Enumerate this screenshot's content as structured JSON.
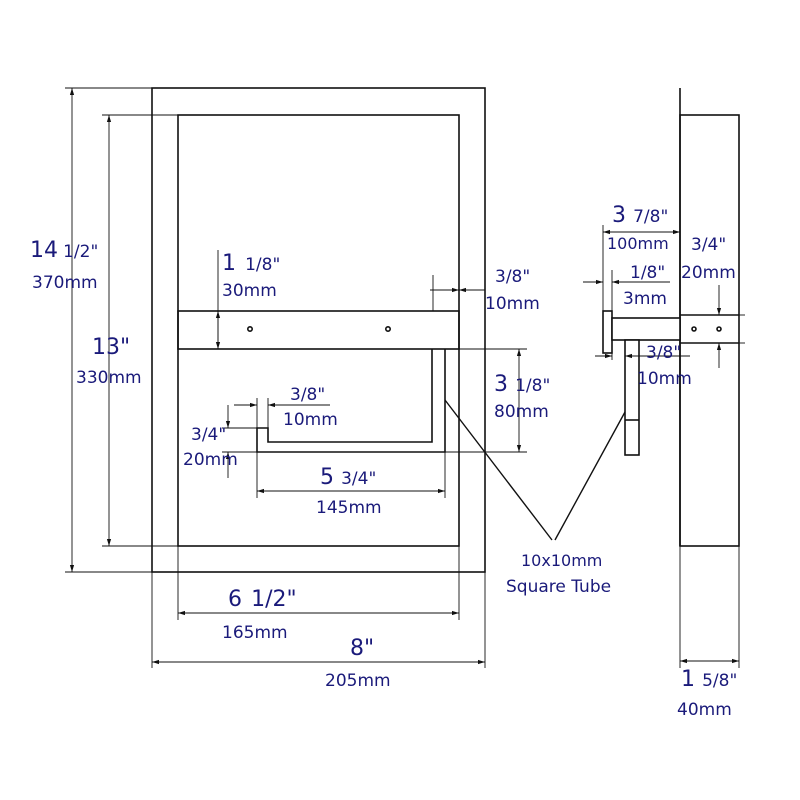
{
  "dims": {
    "h_total_in_a": "14",
    "h_total_in_b": "1/2\"",
    "h_total_mm": "370mm",
    "h_inner_in": "13\"",
    "h_inner_mm": "330mm",
    "bar_h_in_a": "1",
    "bar_h_in_b": "1/8\"",
    "bar_h_mm": "30mm",
    "gap_in": "3/8\"",
    "gap_mm": "10mm",
    "holder_h_in_a": "3",
    "holder_h_in_b": "1/8\"",
    "holder_h_mm": "80mm",
    "tip_w_in": "3/8\"",
    "tip_w_mm": "10mm",
    "tip_h_in": "3/4\"",
    "tip_h_mm": "20mm",
    "arm_in_a": "5",
    "arm_in_b": "3/4\"",
    "arm_mm": "145mm",
    "inner_w_in_a": "6",
    "inner_w_in_b": "1/2\"",
    "inner_w_mm": "165mm",
    "total_w_in": "8\"",
    "total_w_mm": "205mm",
    "depth_in_a": "3",
    "depth_in_b": "7/8\"",
    "depth_mm": "100mm",
    "flange_in": "1/8\"",
    "flange_mm": "3mm",
    "bar_d_in": "3/4\"",
    "bar_d_mm": "20mm",
    "side_gap_in": "3/8\"",
    "side_gap_mm": "10mm",
    "side_w_in_a": "1",
    "side_w_in_b": "5/8\"",
    "side_w_mm": "40mm"
  },
  "callout": {
    "line1": "10x10mm",
    "line2": "Square Tube"
  }
}
